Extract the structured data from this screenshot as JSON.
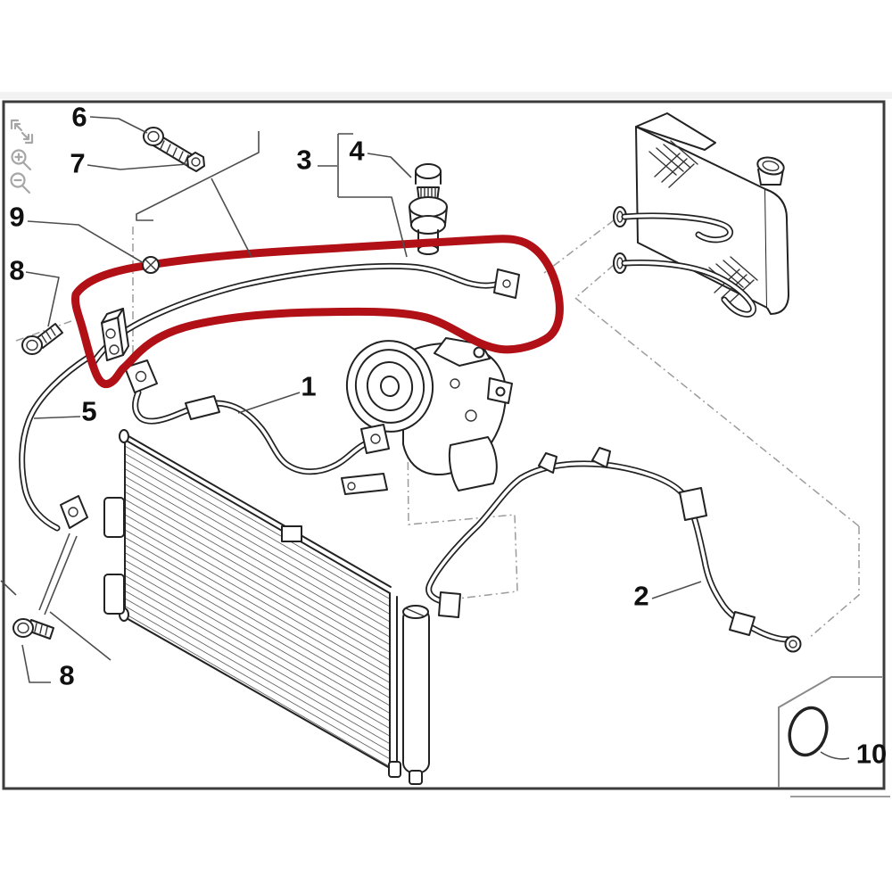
{
  "diagram": {
    "frame_color": "#3c3c3c",
    "background": "#ffffff",
    "line_color": "#222222",
    "highlight_color": "#b01016",
    "leader_color": "#4d4d4d",
    "construction_color": "#9c9c9c",
    "ui_icon_color": "#a6a6a6"
  },
  "toolbar": {
    "icons": [
      {
        "name": "fit-view-icon"
      },
      {
        "name": "zoom-in-icon"
      },
      {
        "name": "zoom-out-icon"
      }
    ]
  },
  "callouts": {
    "c1": "1",
    "c2": "2",
    "c3": "3",
    "c4": "4",
    "c5": "5",
    "c6": "6",
    "c7": "7",
    "c8_top": "8",
    "c8_bottom": "8",
    "c9": "9",
    "c10": "10"
  }
}
